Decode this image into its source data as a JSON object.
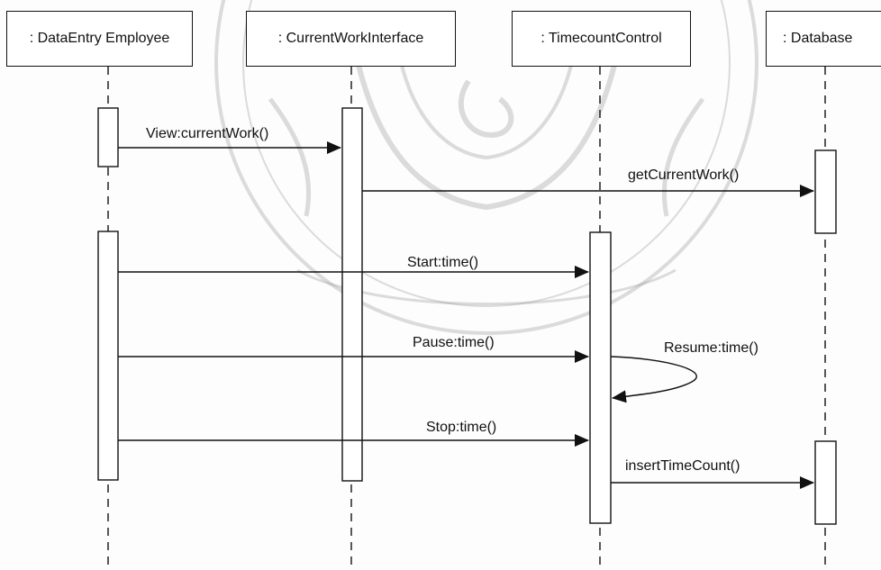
{
  "lifelines": [
    {
      "label": ": DataEntry Employee"
    },
    {
      "label": ": CurrentWorkInterface"
    },
    {
      "label": ": TimecountControl"
    },
    {
      "label": ": Database"
    }
  ],
  "messages": [
    {
      "label": "View:currentWork()"
    },
    {
      "label": "getCurrentWork()"
    },
    {
      "label": "Start:time()"
    },
    {
      "label": "Pause:time()"
    },
    {
      "label": "Resume:time()"
    },
    {
      "label": "Stop:time()"
    },
    {
      "label": "insertTimeCount()"
    }
  ],
  "colors": {
    "line": "#111111",
    "watermark": "#9a9a9a"
  }
}
